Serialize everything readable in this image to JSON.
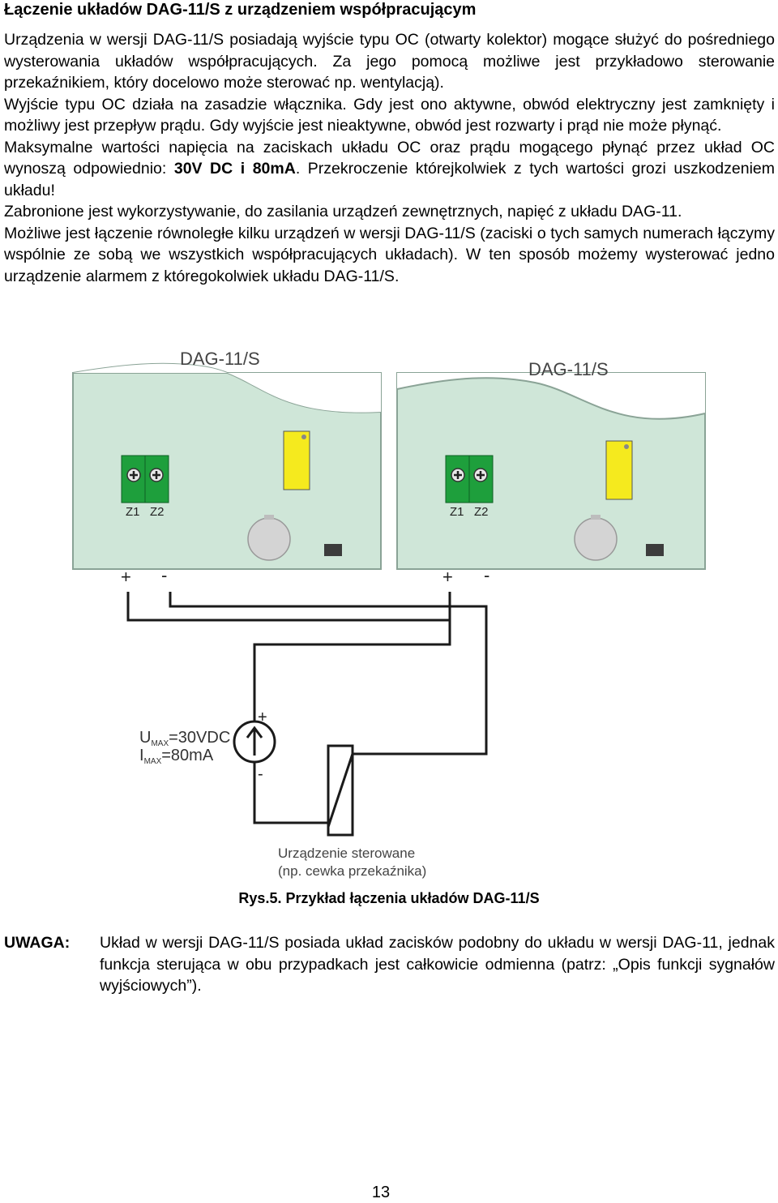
{
  "section": {
    "title": "Łączenie układów DAG-11/S z urządzeniem współpracującym"
  },
  "paragraphs": {
    "p1_a": "Urządzenia w wersji DAG-11/S posiadają wyjście typu OC (otwarty kolektor) mogące służyć do pośredniego wysterowania układów współpracujących. Za jego pomocą możliwe jest przykładowo sterowanie przekaźnikiem, który docelowo może sterować np. wentylacją).",
    "p2_a": "Wyjście typu OC działa na zasadzie włącznika. Gdy jest ono aktywne, obwód elektryczny jest zamknięty i możliwy jest przepływ prądu. Gdy wyjście jest nieaktywne, obwód jest rozwarty i prąd nie może płynąć.",
    "p3_a": "Maksymalne wartości napięcia na zaciskach układu OC oraz prądu mogącego płynąć przez układ OC wynoszą odpowiednio: ",
    "p3_bold": "30V DC i 80mA",
    "p3_b": ". Przekroczenie którejkolwiek z tych wartości grozi uszkodzeniem układu!",
    "p4_a": "Zabronione jest wykorzystywanie, do zasilania urządzeń zewnętrznych, napięć z układu DAG-11.",
    "p5_a": "Możliwe jest łączenie równoległe kilku urządzeń w wersji DAG-11/S (zaciski o tych samych numerach łączymy wspólnie ze sobą we wszystkich współpracujących układach). W ten sposób możemy wysterować jedno urządzenie alarmem z któregokolwiek układu DAG-11/S."
  },
  "figure": {
    "device_left_label": "DAG-11/S",
    "device_right_label": "DAG-11/S",
    "terminal_z1": "Z1",
    "terminal_z2": "Z2",
    "plus_sign": "+",
    "minus_sign": "-",
    "umax_u": "U",
    "umax_sub": "MAX",
    "umax_value": "=30VDC",
    "imax_i": "I",
    "imax_sub": "MAX",
    "imax_value": "=80mA",
    "load_label_line1": "Urządzenie sterowane",
    "load_label_line2": "(np. cewka przekaźnika)",
    "caption": "Rys.5. Przykład łączenia układów DAG-11/S",
    "colors": {
      "board": "#cfe6d8",
      "terminal": "#1e9f3c",
      "led": "#f5ea1e",
      "buzzer": "#d4d4d4",
      "chip": "#3c3c3c",
      "wire": "#1a1a1a"
    }
  },
  "note": {
    "label": "UWAGA:",
    "text": "Układ w wersji DAG-11/S posiada układ zacisków podobny do układu w wersji DAG-11, jednak funkcja sterująca w obu przypadkach jest całkowicie odmienna (patrz: „Opis funkcji sygnałów wyjściowych”)."
  },
  "page_number": "13"
}
